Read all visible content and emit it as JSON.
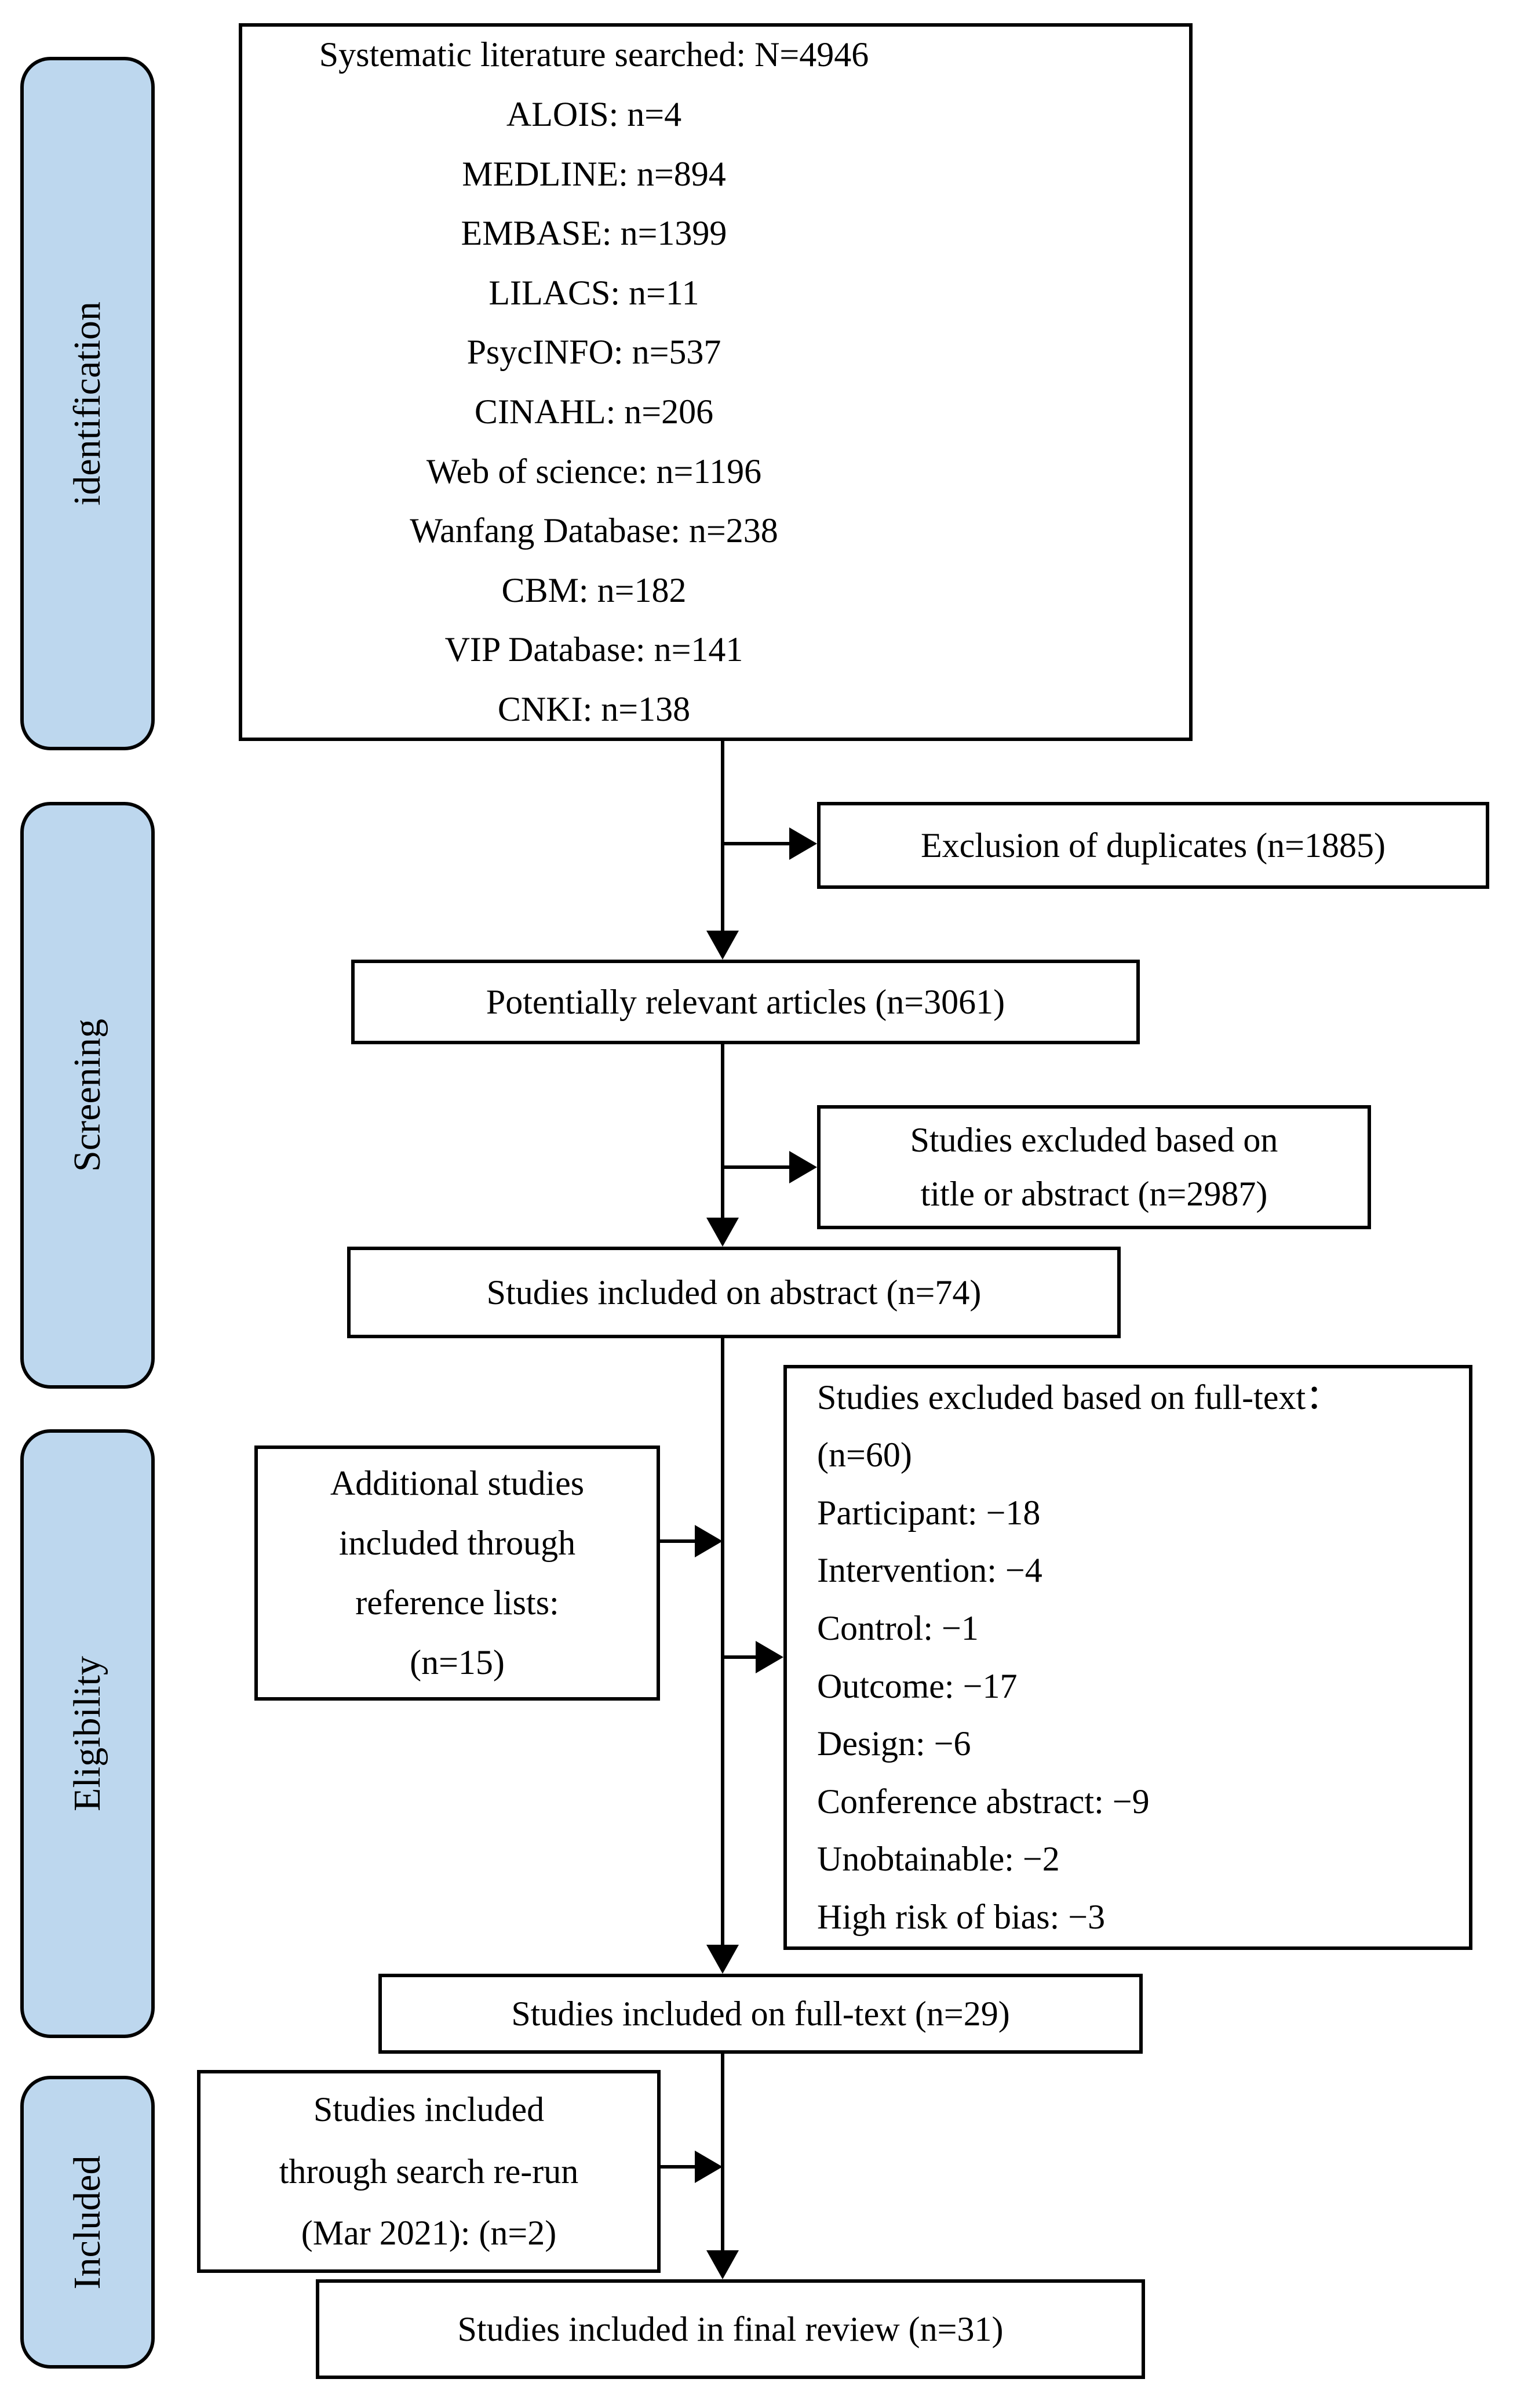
{
  "colors": {
    "stage_fill": "#bdd7ee",
    "line": "#000000",
    "background": "#ffffff"
  },
  "stages": [
    {
      "label": "identification"
    },
    {
      "label": "Screening"
    },
    {
      "label": "Eligibility"
    },
    {
      "label": "Included"
    }
  ],
  "boxes": {
    "search": {
      "lines": [
        "Systematic literature searched: N=4946",
        "ALOIS: n=4",
        "MEDLINE: n=894",
        "EMBASE: n=1399",
        "LILACS: n=11",
        "PsycINFO: n=537",
        "CINAHL: n=206",
        "Web of science: n=1196",
        "Wanfang Database: n=238",
        "CBM: n=182",
        "VIP Database: n=141",
        "CNKI: n=138"
      ]
    },
    "duplicates_excluded": {
      "text": "Exclusion of duplicates (n=1885)"
    },
    "potentially_relevant": {
      "text": "Potentially relevant articles (n=3061)"
    },
    "title_abstract_excluded": {
      "lines": [
        "Studies excluded based on",
        "title or abstract (n=2987)"
      ]
    },
    "abstract_included": {
      "text": "Studies included on abstract (n=74)"
    },
    "fulltext_excluded": {
      "lines": [
        "Studies excluded based on full-text：",
        "(n=60)",
        "Participant: −18",
        "Intervention: −4",
        "Control: −1",
        "Outcome: −17",
        "Design: −6",
        "Conference abstract: −9",
        "Unobtainable: −2",
        "High risk of bias: −3"
      ]
    },
    "additional_studies": {
      "lines": [
        "Additional studies",
        "included through",
        "reference lists:",
        "(n=15)"
      ]
    },
    "fulltext_included": {
      "text": "Studies included on full-text (n=29)"
    },
    "search_rerun": {
      "lines": [
        "Studies included",
        "through search re-run",
        "(Mar 2021): (n=2)"
      ]
    },
    "final_review": {
      "text": "Studies included in final review (n=31)"
    }
  }
}
